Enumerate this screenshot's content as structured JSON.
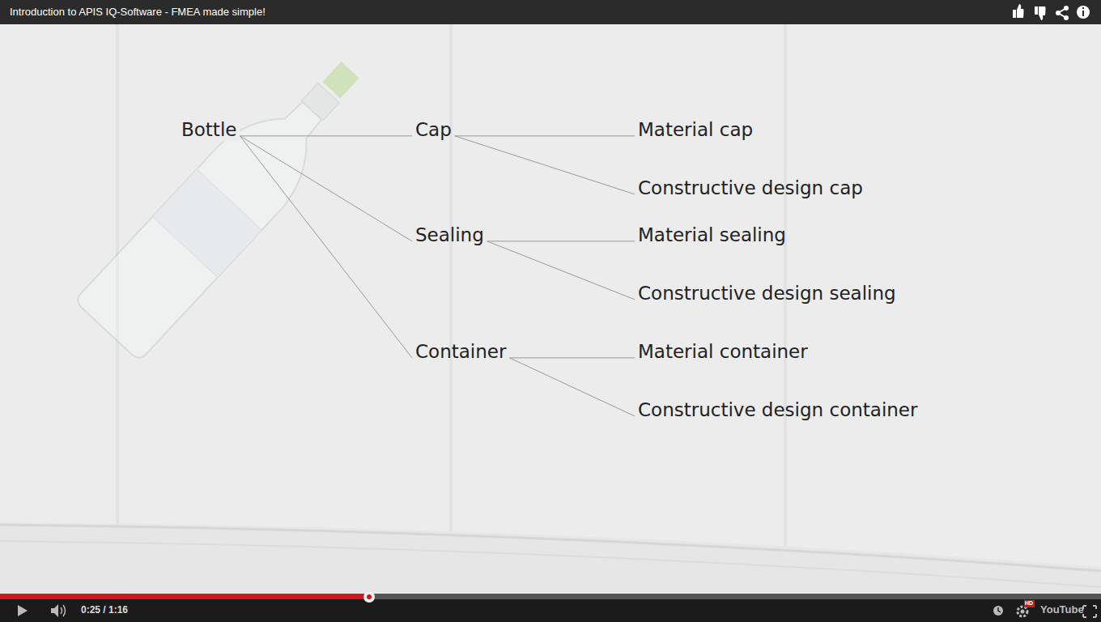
{
  "diagram": {
    "title": "Introduction to APIS IQ-Software - FMEA made simple!",
    "nodes": [
      {
        "text": [
          "Bottle"
        ]
      },
      {
        "text": [
          "Cap"
        ]
      },
      {
        "text": [
          "Material cap"
        ]
      },
      {
        "text": [
          "Constructive design cap"
        ]
      },
      {
        "text": [
          "Sealing"
        ]
      },
      {
        "text": [
          "Material sealing"
        ]
      },
      {
        "text": [
          "Constructive design sealing"
        ]
      },
      {
        "text": [
          "Container"
        ]
      },
      {
        "text": [
          "Material container"
        ]
      },
      {
        "text": [
          "Constructive design container"
        ]
      }
    ],
    "edges": [
      {
        "from": 0,
        "to": 1,
        "arrow": "none"
      },
      {
        "from": 0,
        "to": 4,
        "arrow": "none"
      },
      {
        "from": 0,
        "to": 7,
        "arrow": "none"
      },
      {
        "from": 1,
        "to": 2,
        "arrow": "none"
      },
      {
        "from": 1,
        "to": 3,
        "arrow": "none"
      },
      {
        "from": 4,
        "to": 5,
        "arrow": "none"
      },
      {
        "from": 4,
        "to": 6,
        "arrow": "none"
      },
      {
        "from": 7,
        "to": 8,
        "arrow": "none"
      },
      {
        "from": 7,
        "to": 9,
        "arrow": "none"
      }
    ],
    "labels": [
      "0:25 / 1:16",
      "HD",
      "YouTube"
    ]
  }
}
